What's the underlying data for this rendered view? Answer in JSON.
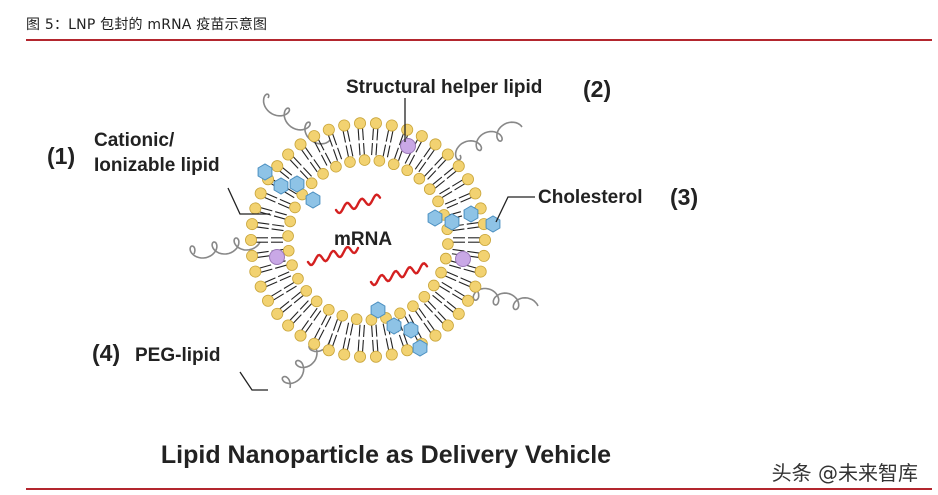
{
  "figure_caption": "图 5：LNP 包封的 mRNA 疫苗示意图",
  "labels": {
    "helper_lipid": "Structural helper lipid",
    "num2": "(2)",
    "cationic_line1": "Cationic/",
    "cationic_line2": "Ionizable lipid",
    "num1": "(1)",
    "cholesterol": "Cholesterol",
    "num3": "(3)",
    "mrna": "mRNA",
    "num4": "(4)",
    "peg": "PEG-lipid"
  },
  "title": "Lipid Nanoparticle as Delivery Vehicle",
  "watermark": "头条 @未来智库",
  "colors": {
    "head": "#f2d271",
    "head_stroke": "#c9a53a",
    "tail": "#222222",
    "cholesterol": "#8ec3e6",
    "helper": "#c9a8e6",
    "mrna": "#d42020",
    "peg": "#888888",
    "rule": "#b3262e"
  }
}
